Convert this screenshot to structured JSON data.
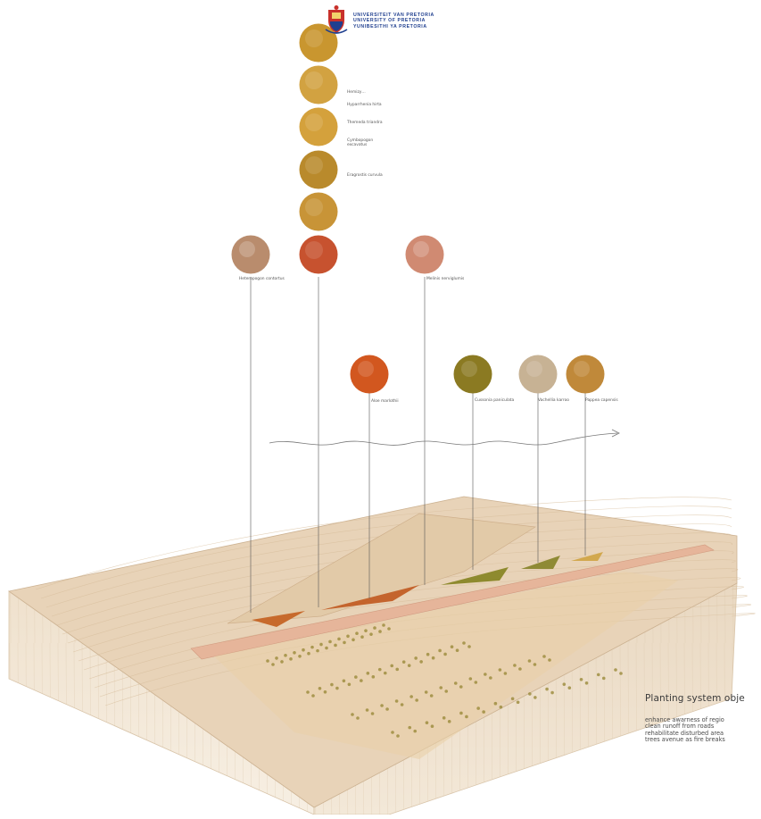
{
  "logo": {
    "lines": [
      "UNIVERSITEIT VAN PRETORIA",
      "UNIVERSITY OF PRETORIA",
      "YUNIBESITHI YA PRETORIA"
    ],
    "brand_color": "#1f3f8f",
    "crest_color": "#c8312b"
  },
  "stacked_species": [
    {
      "label": "",
      "color": "#c9962f"
    },
    {
      "label": "Hemizy…",
      "color": "#d2a241"
    },
    {
      "label": "Hyparrhenia hirta",
      "color": "#d4a13c"
    },
    {
      "label": "Themeda triandra",
      "color": "#b98a2c"
    },
    {
      "label": "Cymbopogon excavatus",
      "color": "#c89437"
    },
    {
      "label": "Eragrostis curvula",
      "color": "#c7522f"
    }
  ],
  "top_species": [
    {
      "label": "Heteropogon contortus",
      "color": "#b98c6d"
    },
    {
      "label": "Melinis nerviglumis",
      "color": "#d08a72"
    }
  ],
  "middle_species": [
    {
      "label": "Aloe marlothii",
      "color": "#d2571f"
    },
    {
      "label": "Cussonia paniculata",
      "color": "#8b7a22"
    },
    {
      "label": "Vachellia karroo",
      "color": "#c7b294"
    },
    {
      "label": "Pappea capensis",
      "color": "#c0893a"
    }
  ],
  "objectives": {
    "title": "Planting system obje",
    "items": [
      "enhance awarness of regio",
      "clean runoff from roads",
      "rehabilitate disturbed area",
      "trees avenue as fire breaks"
    ]
  },
  "colors": {
    "terrain_top": "#e8d3b8",
    "terrain_side": "#f3e7d6",
    "path": "#e6b59a",
    "dots": "#9a8a3a"
  }
}
